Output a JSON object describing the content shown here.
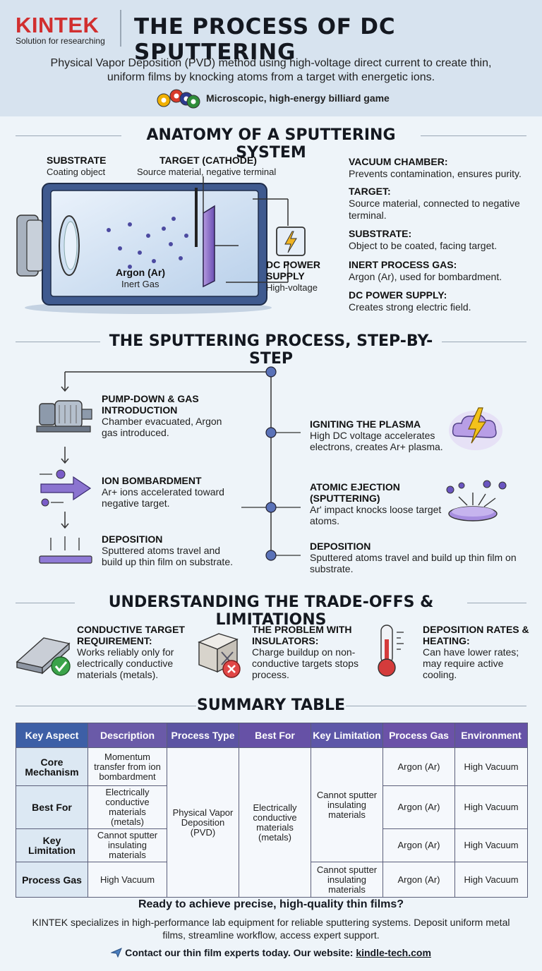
{
  "header": {
    "brand": "KINTEK",
    "brand_sub": "Solution for researching",
    "title": "THE PROCESS OF DC SPUTTERING",
    "intro": "Physical Vapor Deposition (PVD) method using high-voltage direct current to create thin, uniform films by knocking atoms from a target with energetic ions.",
    "tagline": "Microscopic, high-energy billiard game"
  },
  "anatomy": {
    "title": "ANATOMY OF A SPUTTERING SYSTEM",
    "substrate_label": "SUBSTRATE",
    "substrate_sub": "Coating object",
    "target_label": "TARGET (CATHODE)",
    "target_sub": "Source material, negative terminal",
    "argon_label": "Argon (Ar)",
    "argon_sub": "Inert Gas",
    "power_label_1": "DC POWER",
    "power_label_2": "SUPPLY",
    "power_sub": "High-voltage",
    "definitions": [
      {
        "term": "VACUUM CHAMBER:",
        "desc": "Prevents contamination, ensures purity."
      },
      {
        "term": "TARGET:",
        "desc": "Source material, connected to negative terminal."
      },
      {
        "term": "SUBSTRATE:",
        "desc": "Object to be coated, facing target."
      },
      {
        "term": "INERT PROCESS GAS:",
        "desc": "Argon (Ar), used for bombardment."
      },
      {
        "term": "DC POWER SUPPLY:",
        "desc": "Creates strong electric field."
      }
    ]
  },
  "process": {
    "title": "THE SPUTTERING PROCESS, STEP-BY-STEP",
    "left_steps": [
      {
        "title": "PUMP-DOWN & GAS INTRODUCTION",
        "desc": "Chamber evacuated, Argon gas introduced."
      },
      {
        "title": "ION BOMBARDMENT",
        "desc": "Ar+ ions accelerated toward negative target."
      },
      {
        "title": "DEPOSITION",
        "desc": "Sputtered atoms travel and build up thin film on substrate."
      }
    ],
    "right_steps": [
      {
        "title": "IGNITING THE PLASMA",
        "desc": "High DC voltage accelerates electrons, creates Ar+ plasma."
      },
      {
        "title": "ATOMIC EJECTION (SPUTTERING)",
        "desc": "Ar' impact knocks loose target atoms."
      },
      {
        "title": "DEPOSITION",
        "desc": "Sputtered atoms travel and build up thin film on substrate."
      }
    ]
  },
  "tradeoffs": {
    "title": "UNDERSTANDING THE TRADE-OFFS & LIMITATIONS",
    "items": [
      {
        "title": "CONDUCTIVE TARGET REQUIREMENT:",
        "desc": "Works reliably only for electrically conductive materials (metals)."
      },
      {
        "title": "THE PROBLEM WITH INSULATORS:",
        "desc": "Charge buildup on non-conductive targets stops process."
      },
      {
        "title": "DEPOSITION RATES & HEATING:",
        "desc": "Can have lower rates; may require active cooling."
      }
    ]
  },
  "summary": {
    "title": "SUMMARY TABLE",
    "headers": [
      "Key Aspect",
      "Description",
      "Process Type",
      "Best For",
      "Key Limitation",
      "Process Gas",
      "Environment"
    ],
    "rows": [
      {
        "aspect": "Core Mechanism",
        "description": "Momentum transfer from ion bombardment",
        "gas": "Argon (Ar)",
        "environment": "High Vacuum"
      },
      {
        "aspect": "Best For",
        "description": "Electrically conductive materials (metals)",
        "gas": "Argon (Ar)",
        "environment": "High Vacuum"
      },
      {
        "aspect": "Key Limitation",
        "description": "Cannot sputter insulating materials",
        "gas": "Argon (Ar)",
        "environment": "High Vacuum"
      },
      {
        "aspect": "Process Gas",
        "description": "High Vacuum",
        "gas": "Argon (Ar)",
        "environment": "High Vacuum"
      }
    ],
    "process_type": "Physical Vapor Deposition (PVD)",
    "best_for": "Electrically conductive materials (metals)",
    "limitation_main": "Cannot sputter insulating materials",
    "limitation_last": "Cannot sputter insulating materials",
    "header_colors": [
      "#3d5fa6",
      "#6a5aa8",
      "#5c54a3",
      "#6651a6",
      "#5d57a8",
      "#6b52a8",
      "#6552a6"
    ]
  },
  "cta": {
    "title": "Ready to achieve precise, high-quality thin films?",
    "body": "KINTEK specializes in high-performance lab equipment for reliable sputtering systems. Deposit uniform metal films, streamline workflow, access expert support.",
    "contact_text": "Contact our thin film experts today. Our website:",
    "url": "kindle-tech.com"
  },
  "colors": {
    "brand_red": "#d12f2f",
    "accent_purple": "#6a5aa8",
    "header_bg": "#d7e3ef",
    "node_blue": "#5a72b8"
  },
  "icons": [
    "billiard-balls-icon",
    "vacuum-pump-icon",
    "lightning-icon",
    "arrow-icon",
    "metal-bar-icon",
    "check-icon",
    "insulator-cube-icon",
    "cross-icon",
    "thermometer-icon",
    "send-icon"
  ]
}
